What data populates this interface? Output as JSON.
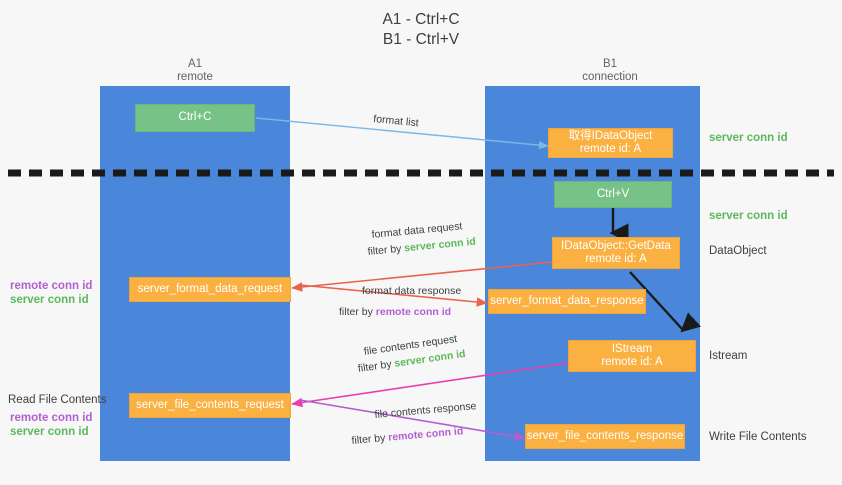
{
  "title_lines": [
    "A1 - Ctrl+C",
    "B1 - Ctrl+V"
  ],
  "colors": {
    "lane": "#4a86da",
    "green_node": "#77c387",
    "orange_node": "#fbb042",
    "server_conn": "#5cb85c",
    "remote_conn": "#b35fd1",
    "blue_arrow": "#7ab8e8",
    "red_arrow": "#e8644f",
    "pink_arrow": "#e83fb0",
    "purple_arrow": "#b35fd1",
    "black_arrow": "#1a1a1a",
    "background": "#f7f7f7"
  },
  "lanes": [
    {
      "id": "a1",
      "title": "A1",
      "subtitle": "remote"
    },
    {
      "id": "b1",
      "title": "B1",
      "subtitle": "connection"
    }
  ],
  "nodes": {
    "ctrl_c": {
      "label": "Ctrl+C"
    },
    "ctrl_v": {
      "label": "Ctrl+V"
    },
    "get_idataobject": {
      "line1": "取得IDataObject",
      "line2": "remote id: A"
    },
    "getdata": {
      "line1": "IDataObject::GetData",
      "line2": "remote id: A"
    },
    "istream": {
      "line1": "IStream",
      "line2": "remote id: A"
    },
    "format_data_request": {
      "label": "server_format_data_request"
    },
    "format_data_response": {
      "label": "server_format_data_response"
    },
    "file_contents_request": {
      "label": "server_file_contents_request"
    },
    "file_contents_response": {
      "label": "server_file_contents_response"
    }
  },
  "right_labels": {
    "server_conn_top": "server conn id",
    "server_conn_mid": "server conn id",
    "dataobject": "DataObject",
    "istream": "Istream",
    "write_file_contents": "Write File Contents"
  },
  "left_labels": {
    "remote_conn_1": "remote conn id",
    "server_conn_1": "server conn id",
    "read_file_contents": "Read File Contents",
    "remote_conn_2": "remote conn id",
    "server_conn_2": "server conn id"
  },
  "edges": {
    "format_list": {
      "label": "format list"
    },
    "format_data_request": {
      "label": "format data request",
      "filter_prefix": "filter by ",
      "filter_target": "server conn id"
    },
    "format_data_response": {
      "label": "format data response",
      "filter_prefix": "filter by ",
      "filter_target": "remote conn id"
    },
    "file_contents_request": {
      "label": "file contents request",
      "filter_prefix": "filter by ",
      "filter_target": "server conn id"
    },
    "file_contents_response": {
      "label": "file contents response",
      "filter_prefix": "filter by ",
      "filter_target": "remote conn id"
    }
  }
}
